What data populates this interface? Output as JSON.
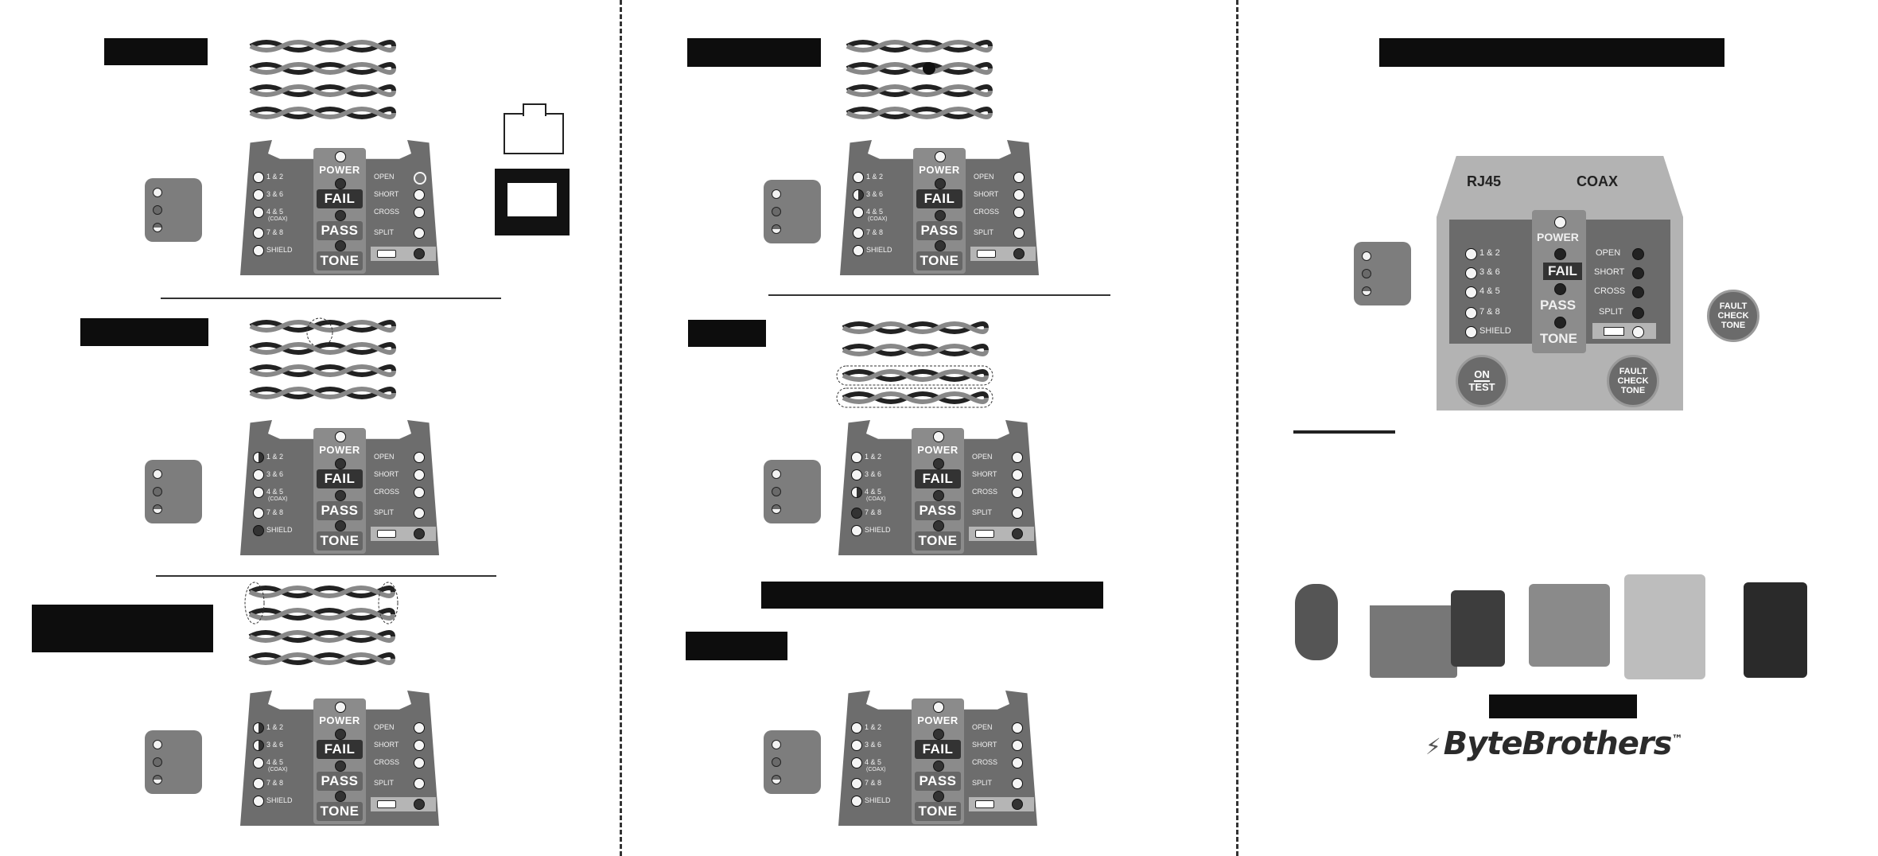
{
  "panel_labels": {
    "power": "POWER",
    "fail": "FAIL",
    "pass": "PASS",
    "tone": "TONE",
    "left": [
      "1 & 2",
      "3 & 6",
      "4 & 5",
      "7 & 8",
      "SHIELD"
    ],
    "coax": "(COAX)",
    "right": [
      "OPEN",
      "SHORT",
      "CROSS",
      "SPLIT"
    ]
  },
  "big_panel": {
    "rj45": "RJ45",
    "coax": "COAX",
    "power": "POWER",
    "fail": "FAIL",
    "pass": "PASS",
    "tone": "TONE",
    "left": [
      "1 & 2",
      "3 & 6",
      "4 & 5",
      "7 & 8",
      "SHIELD"
    ],
    "right": [
      "OPEN",
      "SHORT",
      "CROSS",
      "SPLIT"
    ],
    "on_test_top": "ON",
    "on_test_bottom": "TEST",
    "fault_1": "FAULT",
    "fault_2": "CHECK",
    "fault_3": "TONE"
  },
  "side_button": {
    "line1": "FAULT",
    "line2": "CHECK",
    "line3": "TONE"
  },
  "brand": {
    "name": "ByteBrothers",
    "tm": "™"
  }
}
